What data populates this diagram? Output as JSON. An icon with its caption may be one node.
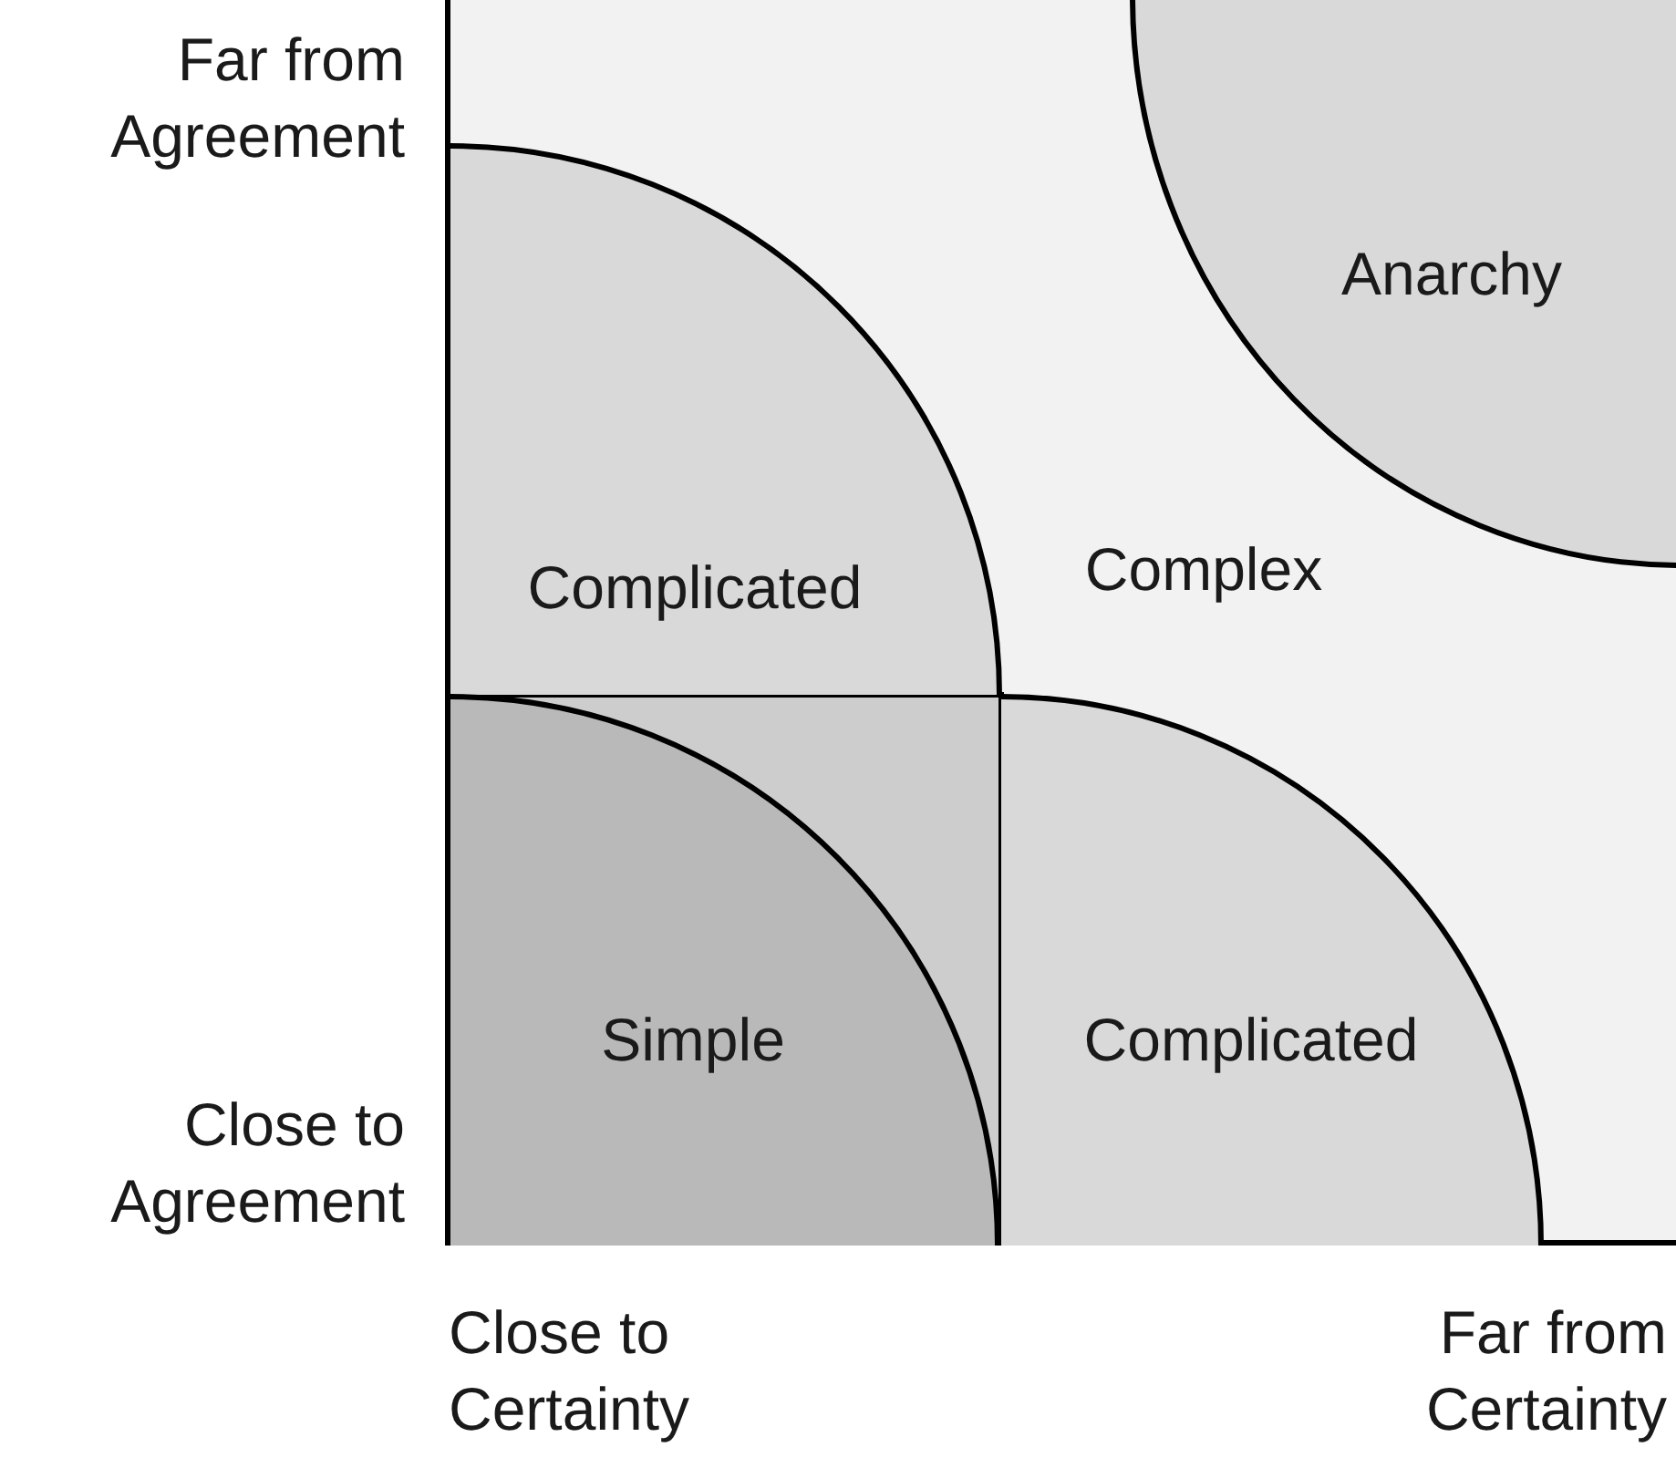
{
  "diagram": {
    "nodes": [
      {
        "text": [
          "Complex"
        ]
      },
      {
        "text": [
          "Anarchy"
        ],
        "in": 0
      },
      {
        "text": [
          "Complicated"
        ],
        "in": 0
      },
      {
        "text": [
          "Simple"
        ],
        "in": 0
      },
      {
        "text": [
          "Complicated"
        ],
        "in": 0
      }
    ],
    "labels": [
      "Far from Agreement",
      "Close to Agreement",
      "Close to Certainty",
      "Far from Certainty"
    ]
  }
}
